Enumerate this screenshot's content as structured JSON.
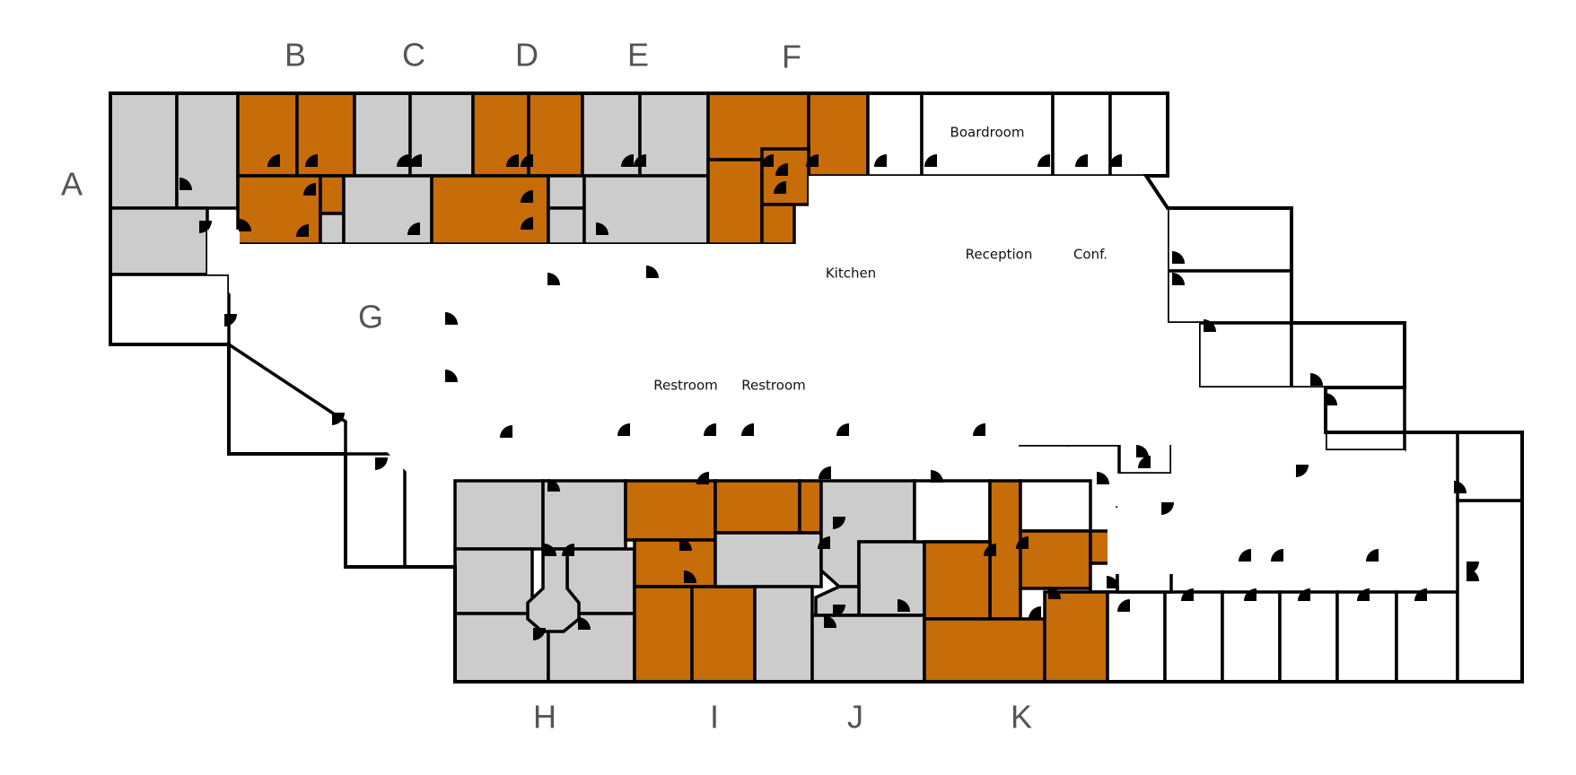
{
  "colors": {
    "leased": "#c66c08",
    "occupied": "#cccccc",
    "available": "#ffffff",
    "walls": "#000000",
    "zone_label": "#555555"
  },
  "zones": {
    "A": "A",
    "B": "B",
    "C": "C",
    "D": "D",
    "E": "E",
    "F": "F",
    "G": "G",
    "H": "H",
    "I": "I",
    "J": "J",
    "K": "K"
  },
  "rooms": {
    "boardroom": "Boardroom",
    "reception": "Reception",
    "conf": "Conf.",
    "kitchen": "Kitchen",
    "restroom_1": "Restroom",
    "restroom_2": "Restroom"
  }
}
